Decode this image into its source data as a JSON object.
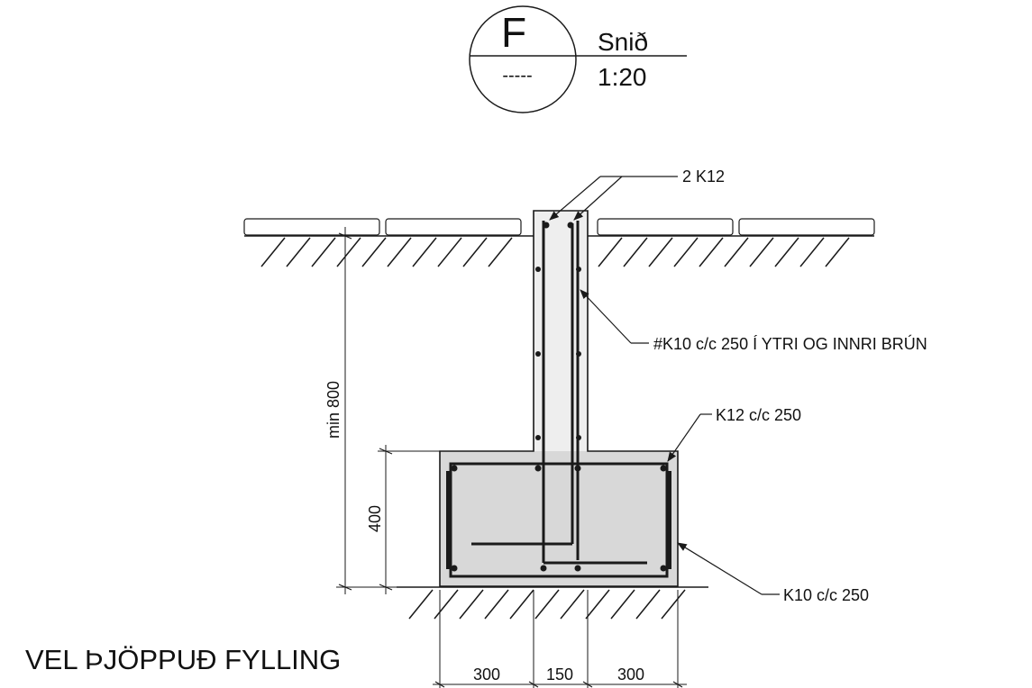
{
  "title": {
    "letter": "F",
    "ref": "-----",
    "label": "Snið",
    "scale": "1:20"
  },
  "callouts": {
    "top_bars": "2 K12",
    "wall_mesh": "#K10 c/c 250 Í YTRI OG INNRI BRÚN",
    "footing_top": "K12 c/c 250",
    "footing_side": "K10 c/c 250"
  },
  "dimensions": {
    "min_depth": "min 800",
    "footing_height": "400",
    "left_width": "300",
    "wall_width": "150",
    "right_width": "300"
  },
  "fill_label": "VEL ÞJÖPPUÐ FYLLING",
  "colors": {
    "concrete": "#d8d8d8",
    "line": "#1a1a1a"
  }
}
